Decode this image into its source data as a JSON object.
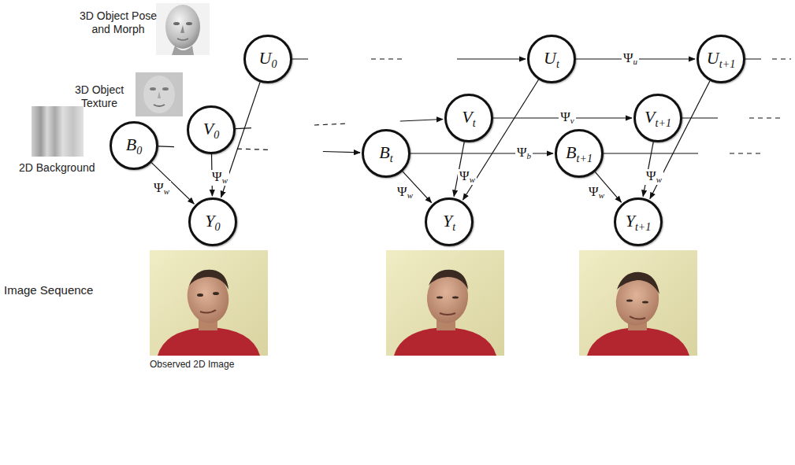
{
  "diagram": {
    "nodes": [
      {
        "text": [
          "U0"
        ]
      },
      {
        "text": [
          "V0"
        ]
      },
      {
        "text": [
          "B0"
        ]
      },
      {
        "text": [
          "Y0"
        ]
      },
      {
        "text": [
          "Ut"
        ]
      },
      {
        "text": [
          "Vt"
        ]
      },
      {
        "text": [
          "Bt"
        ]
      },
      {
        "text": [
          "Yt"
        ]
      },
      {
        "text": [
          "Ut+1"
        ]
      },
      {
        "text": [
          "Vt+1"
        ]
      },
      {
        "text": [
          "Bt+1"
        ]
      },
      {
        "text": [
          "Yt+1"
        ]
      }
    ],
    "edges": [
      {
        "from": 0,
        "to": 3,
        "arrow": "to"
      },
      {
        "from": 1,
        "to": 3,
        "label": "Ψw",
        "arrow": "to"
      },
      {
        "from": 2,
        "to": 3,
        "label": "Ψw",
        "arrow": "to"
      },
      {
        "from": 0,
        "to": 4,
        "arrow": "to"
      },
      {
        "from": 1,
        "to": 5,
        "arrow": "to"
      },
      {
        "from": 2,
        "to": 6,
        "arrow": "to"
      },
      {
        "from": 4,
        "to": 7,
        "arrow": "to"
      },
      {
        "from": 5,
        "to": 7,
        "label": "Ψw",
        "arrow": "to"
      },
      {
        "from": 6,
        "to": 7,
        "label": "Ψw",
        "arrow": "to"
      },
      {
        "from": 4,
        "to": 8,
        "label": "Ψu",
        "arrow": "to"
      },
      {
        "from": 5,
        "to": 9,
        "label": "Ψv",
        "arrow": "to"
      },
      {
        "from": 6,
        "to": 10,
        "label": "Ψb",
        "arrow": "to"
      },
      {
        "from": 8,
        "to": 11,
        "arrow": "to"
      },
      {
        "from": 9,
        "to": 11,
        "label": "Ψw",
        "arrow": "to"
      },
      {
        "from": 10,
        "to": 11,
        "label": "Ψw",
        "arrow": "to"
      }
    ],
    "labels": [
      "3D Object Pose and Morph",
      "3D Object Texture",
      "2D Background",
      "Image Sequence",
      "Observed 2D Image"
    ]
  }
}
